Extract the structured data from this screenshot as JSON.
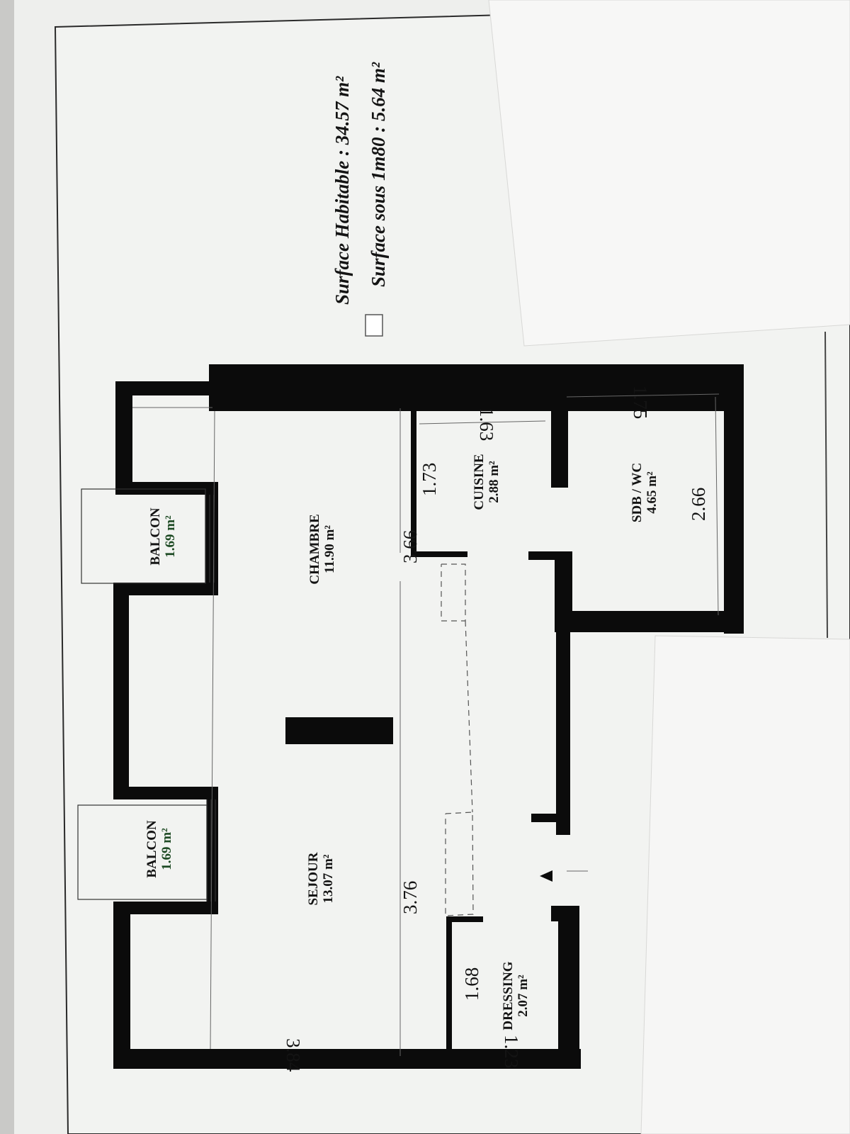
{
  "summary": {
    "surface_habitable": "Surface Habitable : 34.57 m²",
    "surface_sous": "Surface sous 1m80 : 5.64 m²"
  },
  "rooms": {
    "balcon_top": {
      "name": "BALCON",
      "area": "1.69 m²"
    },
    "balcon_bottom": {
      "name": "BALCON",
      "area": "1.69 m²"
    },
    "chambre": {
      "name": "CHAMBRE",
      "area": "11.90 m²"
    },
    "sejour": {
      "name": "SEJOUR",
      "area": "13.07 m²"
    },
    "cuisine": {
      "name": "CUISINE",
      "area": "2.88 m²"
    },
    "sdb": {
      "name": "SDB / WC",
      "area": "4.65 m²"
    },
    "dressing": {
      "name": "DRESSING",
      "area": "2.07 m²"
    }
  },
  "dimensions": {
    "d_366": "3.66",
    "d_376": "3.76",
    "d_384": "3.84",
    "d_173": "1.73",
    "d_163": "1.63",
    "d_175": "1.75",
    "d_266": "2.66",
    "d_168": "1.68",
    "d_123": "1.23"
  },
  "colors": {
    "paper": "#f2f3f1",
    "wall": "#0b0b0b",
    "text": "#141414",
    "area_green": "#1d4a23",
    "background": "#cfcfcd"
  }
}
